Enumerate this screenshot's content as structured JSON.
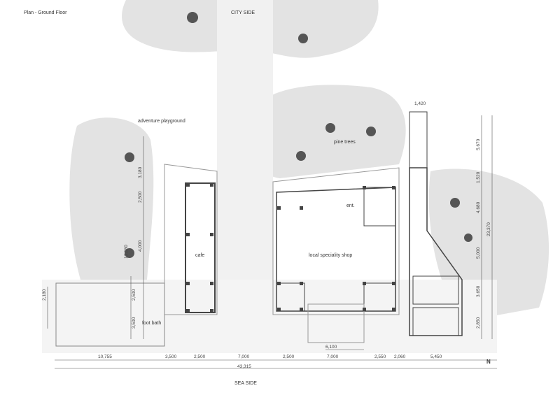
{
  "title": "Plan - Ground Floor",
  "labels": {
    "city_side": "CITY SIDE",
    "sea_side": "SEA SIDE",
    "north": "N",
    "adventure": "adventure playground",
    "pine": "pine trees",
    "cafe": "cafe",
    "shop": "local speciality shop",
    "ent": "ent.",
    "foot_bath": "foot bath"
  },
  "bottom_dims": [
    "10,755",
    "3,500",
    "2,500",
    "7,000",
    "2,500",
    "7,000",
    "2,550",
    "2,060",
    "5,450"
  ],
  "total_dim": "43,315",
  "dim_6100": "6,100",
  "dim_1420": "1,420",
  "left_dims": {
    "d1": "3,180",
    "d2": "2,500",
    "d3": "13,680",
    "d4": "4,000",
    "d5": "2,500",
    "d6": "3,500",
    "d7": "2,180"
  },
  "right_dims": {
    "d1": "5,670",
    "d2": "1,520",
    "d3": "4,680",
    "d4": "5,000",
    "d5": "3,650",
    "d6": "2,850",
    "total": "23,370"
  },
  "colors": {
    "tree": "#e2e2e2",
    "trunk": "#555555",
    "line": "#444444"
  }
}
